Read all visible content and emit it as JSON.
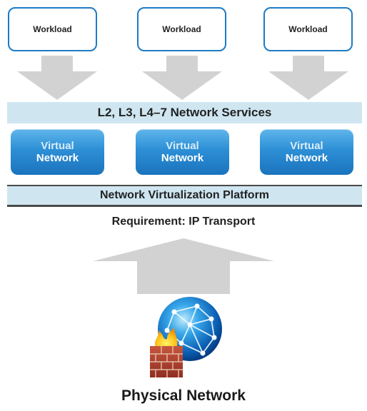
{
  "workloads": [
    {
      "label": "Workload"
    },
    {
      "label": "Workload"
    },
    {
      "label": "Workload"
    }
  ],
  "services_band": {
    "label": "L2, L3, L4–7 Network Services"
  },
  "virtual_networks": [
    {
      "line1": "Virtual",
      "line2": "Network"
    },
    {
      "line1": "Virtual",
      "line2": "Network"
    },
    {
      "line1": "Virtual",
      "line2": "Network"
    }
  ],
  "platform_band": {
    "label": "Network Virtualization Platform"
  },
  "requirement": {
    "label": "Requirement: IP Transport"
  },
  "physical": {
    "label": "Physical Network"
  },
  "icons": {
    "globe": "globe-network-icon",
    "firewall": "firewall-brick-icon"
  },
  "colors": {
    "workload_border": "#1e7bc4",
    "band_fill": "#cfe6f1",
    "virtual_network_fill": "#2d8fd6",
    "arrow_fill": "#d2d2d2"
  }
}
